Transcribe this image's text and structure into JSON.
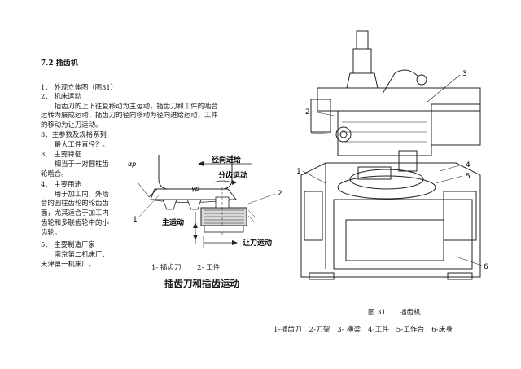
{
  "section_title": "7.2 插齿机",
  "left_text": [
    "1、 外观立体图（图31）",
    "2、 机床运动",
    "　　插齿刀的上下往复移动为主运动，插齿刀和工件的啮合",
    "运转为展成运动，插齿刀的径向移动为径向进给运动，工件",
    "的移动为让刀运动。",
    "3、主参数及规格系列",
    "　　最大工件直径？。",
    "3、 主要特征",
    "　　相当于一对圆柱齿",
    "轮啮合。",
    "4、 主要用途",
    "　　用于加工内、外啮",
    "合的圆柱齿轮的轮齿齿",
    "面，尤其适合于加工内",
    "齿轮和多联齿轮中的小",
    "齿轮。",
    "5、 主要制造厂家",
    "　　南京第二机床厂、",
    "天津第一机床厂。"
  ],
  "diagram": {
    "labels": {
      "radial_feed": "径向进给",
      "indexing": "分齿运动",
      "main_motion": "主运动",
      "relief_motion": "让刀运动",
      "alpha_p": "αp",
      "gamma_p": "γp",
      "num1": "1",
      "num2": "2"
    },
    "legend": "1- 插齿刀　　 2- 工件",
    "caption": "插齿刀和插齿运动"
  },
  "machine": {
    "callouts": [
      "1",
      "2",
      "3",
      "4",
      "5",
      "6"
    ],
    "figure_caption": "图 31　　插齿机",
    "legend": "1-插齿刀　2-刀架　3- 横梁　4-工件　5-工作台　6-床身"
  }
}
